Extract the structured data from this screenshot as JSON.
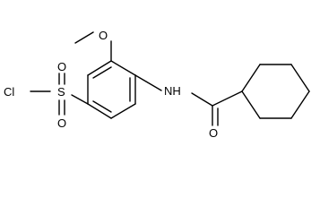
{
  "molecule": {
    "atom_labels": {
      "chlorine": "Cl",
      "sulfur": "S",
      "sulfonyl_oxygen_top": "O",
      "sulfonyl_oxygen_bottom": "O",
      "methoxy_oxygen": "O",
      "amide_nitrogen": "NH",
      "carbonyl_oxygen": "O"
    },
    "colors": {
      "bond": "#000000",
      "label": "#000000",
      "background": "#ffffff"
    }
  }
}
